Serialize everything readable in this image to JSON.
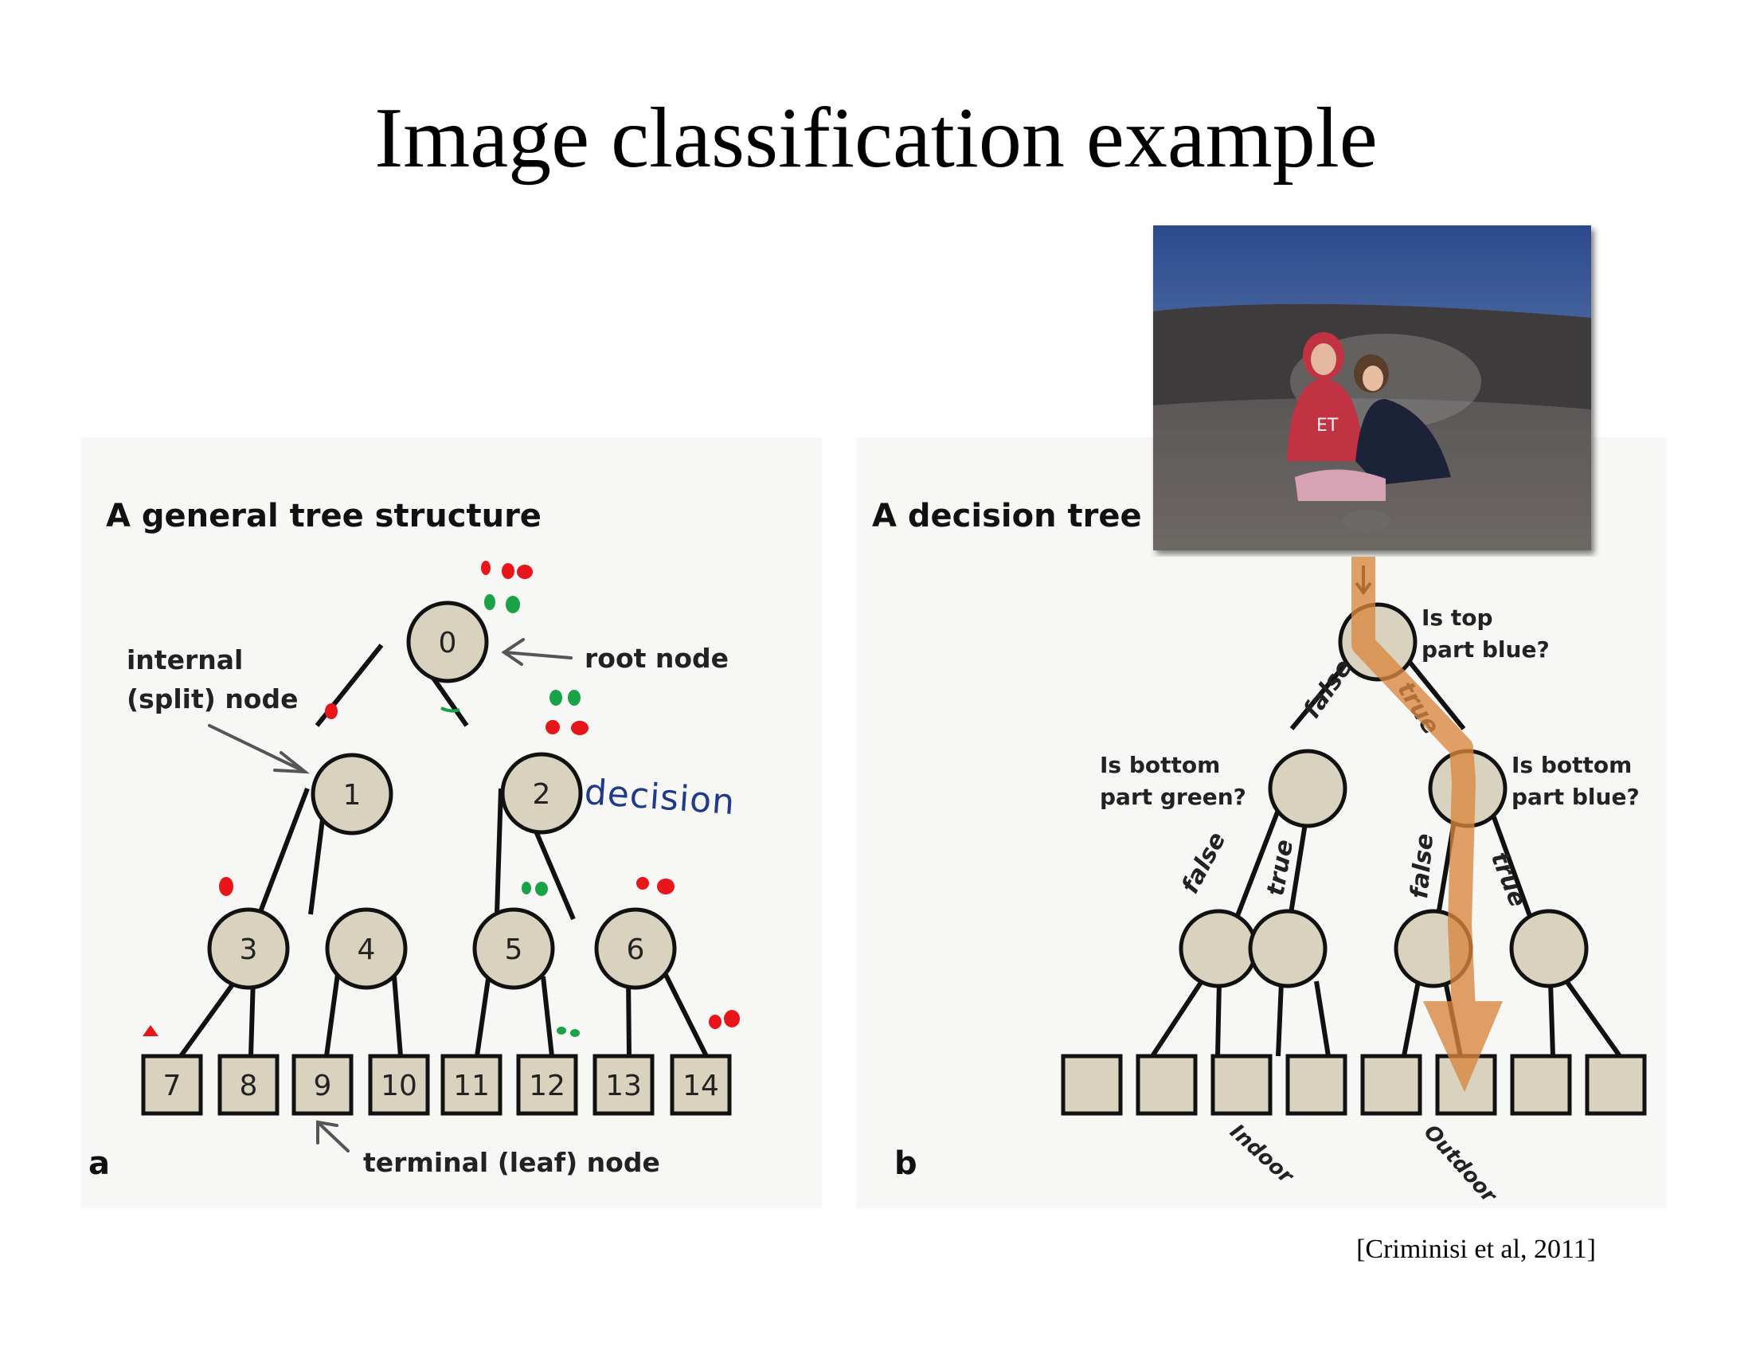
{
  "slide": {
    "title": "Image classification example",
    "citation": "[Criminisi et al, 2011]"
  },
  "panel_a": {
    "heading": "A general tree structure",
    "panel_letter": "a",
    "nodes": {
      "n0": "0",
      "n1": "1",
      "n2": "2",
      "n3": "3",
      "n4": "4",
      "n5": "5",
      "n6": "6"
    },
    "leaves": {
      "l7": "7",
      "l8": "8",
      "l9": "9",
      "l10": "10",
      "l11": "11",
      "l12": "12",
      "l13": "13",
      "l14": "14"
    },
    "labels": {
      "internal_line1": "internal",
      "internal_line2": "(split) node",
      "root": "root node",
      "terminal": "terminal (leaf) node"
    },
    "handwritten_note": "decision"
  },
  "panel_b": {
    "heading": "A decision tree",
    "panel_letter": "b",
    "questions": {
      "root_line1": "Is top",
      "root_line2": "part blue?",
      "left_line1": "Is bottom",
      "left_line2": "part green?",
      "right_line1": "Is bottom",
      "right_line2": "part blue?"
    },
    "edges": {
      "root_left": "false",
      "root_right": "true",
      "left_left": "false",
      "left_right": "true",
      "right_left": "false",
      "right_right": "true"
    },
    "outcomes": {
      "indoor": "Indoor",
      "outdoor": "Outdoor"
    }
  },
  "colors": {
    "node_fill": "#d8d2bf",
    "panel_bg": "#f7f7f5",
    "path_arrow": "#d9863d",
    "ink_red": "#e8161b",
    "ink_green": "#1aa246",
    "ink_blue": "#1f3a8a"
  }
}
